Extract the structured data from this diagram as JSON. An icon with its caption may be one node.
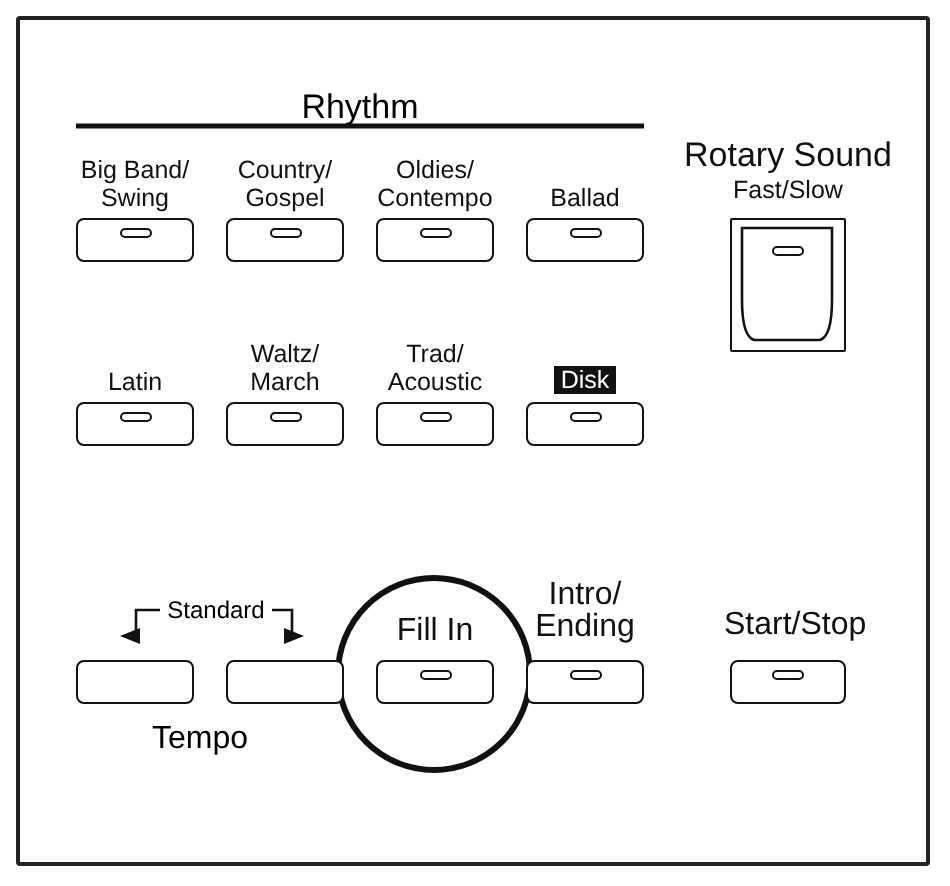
{
  "diagram": {
    "nodes": [
      {
        "text": [
          "Big Band/ Swing"
        ]
      },
      {
        "text": [
          "Country/ Gospel"
        ]
      },
      {
        "text": [
          "Oldies/ Contempo"
        ]
      },
      {
        "text": [
          "Ballad"
        ]
      },
      {
        "text": [
          "Rotary Sound",
          "Fast/Slow"
        ]
      },
      {
        "text": [
          "Latin"
        ]
      },
      {
        "text": [
          "Waltz/ March"
        ]
      },
      {
        "text": [
          "Trad/ Acoustic"
        ]
      },
      {
        "text": [
          "Disk"
        ]
      },
      {
        "text": [],
        "shape": "box"
      },
      {
        "text": [],
        "shape": "box"
      },
      {
        "text": [
          "Fill In"
        ]
      },
      {
        "text": [
          "Intro/ Ending"
        ]
      },
      {
        "text": [
          "Start/Stop"
        ]
      }
    ],
    "labels": [
      "Rhythm",
      "Standard",
      "Tempo"
    ]
  }
}
